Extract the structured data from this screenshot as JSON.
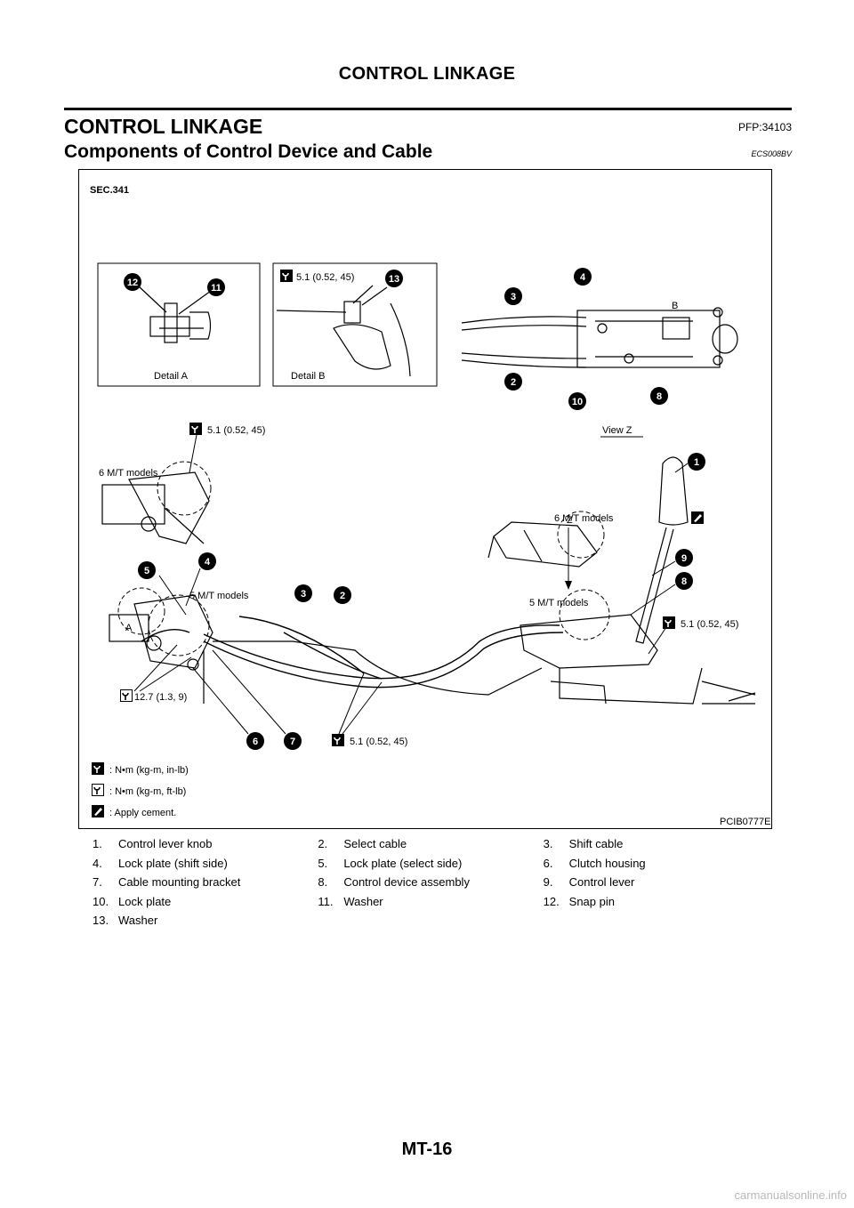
{
  "header": {
    "title": "CONTROL LINKAGE"
  },
  "section": {
    "title": "CONTROL LINKAGE",
    "code": "PFP:34103"
  },
  "subsection": {
    "title": "Components of Control Device and Cable",
    "code": "ECS008BV"
  },
  "figure": {
    "sec": "SEC.341",
    "detail_a": "Detail A",
    "detail_b": "Detail B",
    "view_z": "View Z",
    "label_b": "B",
    "label_z": "Z",
    "label_a": "A",
    "model_6mt_left": "6 M/T models",
    "model_5mt_left": "5 M/T models",
    "model_6mt_right": "6 M/T models",
    "model_5mt_right": "5 M/T models",
    "torque_detail_b": "5.1 (0.52, 45)",
    "torque_upper_left": "5.1 (0.52, 45)",
    "torque_right": "5.1 (0.52, 45)",
    "torque_bottom": "5.1 (0.52, 45)",
    "torque_lower_left": "12.7 (1.3, 9)",
    "callouts": [
      "1",
      "2",
      "3",
      "4",
      "5",
      "6",
      "7",
      "8",
      "9",
      "10",
      "11",
      "12",
      "13"
    ],
    "legend": {
      "nm_inlb": ": N•m (kg-m, in-lb)",
      "nm_ftlb": ": N•m (kg-m, ft-lb)",
      "cement": ": Apply cement."
    },
    "figure_id": "PCIB0777E"
  },
  "parts": [
    {
      "num": "1.",
      "name": "Control lever knob"
    },
    {
      "num": "2.",
      "name": "Select cable"
    },
    {
      "num": "3.",
      "name": "Shift cable"
    },
    {
      "num": "4.",
      "name": "Lock plate (shift side)"
    },
    {
      "num": "5.",
      "name": "Lock plate (select side)"
    },
    {
      "num": "6.",
      "name": "Clutch housing"
    },
    {
      "num": "7.",
      "name": "Cable mounting bracket"
    },
    {
      "num": "8.",
      "name": "Control device assembly"
    },
    {
      "num": "9.",
      "name": "Control lever"
    },
    {
      "num": "10.",
      "name": "Lock plate"
    },
    {
      "num": "11.",
      "name": "Washer"
    },
    {
      "num": "12.",
      "name": "Snap pin"
    },
    {
      "num": "13.",
      "name": "Washer"
    }
  ],
  "footer": {
    "page": "MT-16"
  },
  "watermark": "carmanualsonline.info"
}
